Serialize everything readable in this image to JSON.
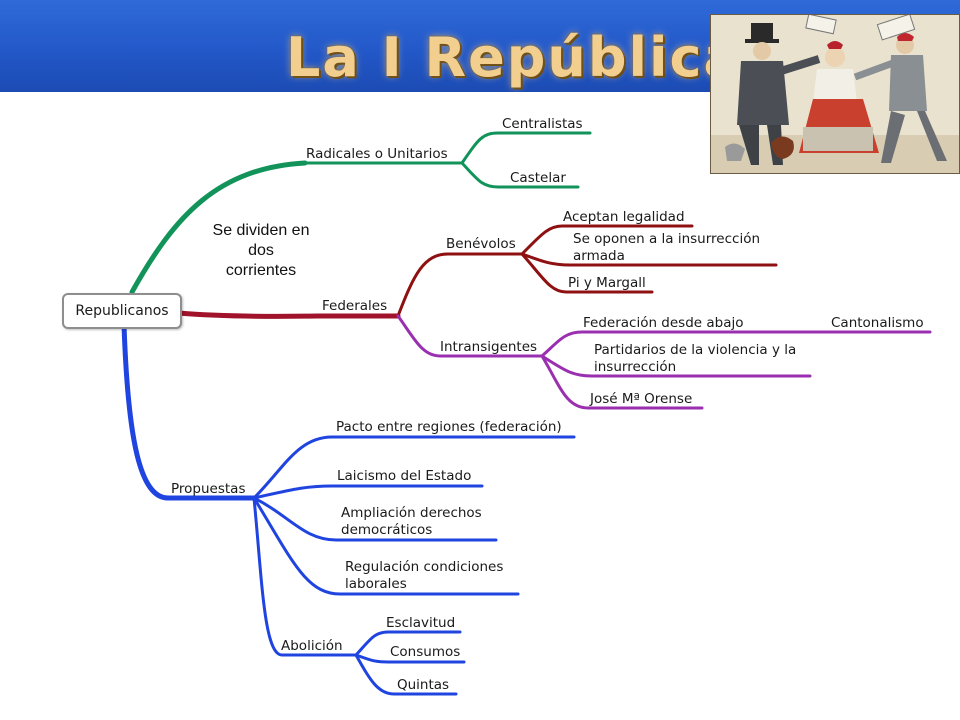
{
  "header": {
    "title": "La I República"
  },
  "annotation": {
    "line1": "Se dividen en",
    "line2": "dos",
    "line3": "corrientes"
  },
  "mindmap": {
    "root": "Republicanos",
    "radicales": {
      "label": "Radicales o Unitarios",
      "children": [
        "Centralistas",
        "Castelar"
      ]
    },
    "federales": {
      "label": "Federales",
      "benevolos": {
        "label": "Benévolos",
        "children": [
          "Aceptan legalidad",
          "Se oponen a la insurrección",
          "armada",
          "Pi y Margall"
        ]
      },
      "intransigentes": {
        "label": "Intransigentes",
        "federacion": "Federación desde abajo",
        "cantonalismo": "Cantonalismo",
        "partidarios_1": "Partidarios de la violencia y la",
        "partidarios_2": "insurrección",
        "orense": "José Mª Orense"
      }
    },
    "propuestas": {
      "label": "Propuestas",
      "pacto": "Pacto entre regiones (federación)",
      "laicismo": "Laicismo del Estado",
      "ampliacion_1": "Ampliación derechos",
      "ampliacion_2": "democráticos",
      "regulacion_1": "Regulación condiciones",
      "regulacion_2": "laborales",
      "abolicion": {
        "label": "Abolición",
        "children": [
          "Esclavitud",
          "Consumos",
          "Quintas"
        ]
      }
    }
  },
  "colors": {
    "header": "#2358c9",
    "title": "#f2cf8e",
    "radicales": "#11935a",
    "federales": "#a1132a",
    "benevolos": "#8e1010",
    "intransigentes": "#9a2fb0",
    "propuestas": "#1f44e0"
  }
}
